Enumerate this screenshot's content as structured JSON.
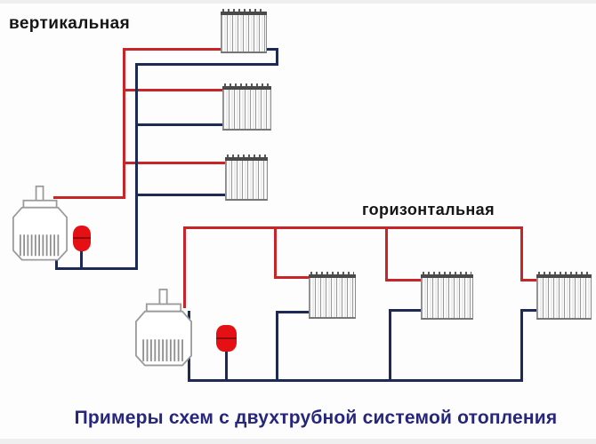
{
  "labels": {
    "vertical": "вертикальная",
    "horizontal": "горизонтальная",
    "caption": "Примеры схем с двухтрубной системой отопления"
  },
  "colors": {
    "supply_pipe": "#c92428",
    "return_pipe": "#1c2a55",
    "expansion_tank": "#e41014",
    "tank_seam": "#8f0a0e",
    "label_text": "#151515",
    "caption_text": "#26267d",
    "radiator_outline": "#8c8c8c",
    "radiator_header": "#4a4a4a",
    "boiler_outline": "#9b9b9b",
    "background": "#fdfdfd"
  },
  "diagram": {
    "type": "two-pipe heating system schemes",
    "systems": [
      {
        "label": "вертикальная",
        "layout": "vertical risers",
        "radiators": 3,
        "boilers": 1,
        "expansion_tanks": 1
      },
      {
        "label": "горизонтальная",
        "layout": "horizontal mains",
        "radiators": 3,
        "boilers": 1,
        "expansion_tanks": 1
      }
    ],
    "pipe_legend": {
      "supply": "red",
      "return": "dark blue"
    }
  }
}
